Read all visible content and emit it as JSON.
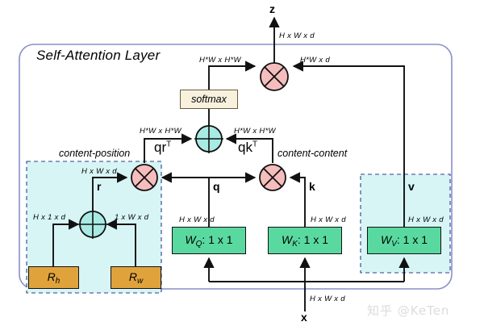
{
  "diagram": {
    "title": "Self-Attention Layer",
    "outputs": {
      "top_symbol": "z",
      "bottom_symbol": "x"
    },
    "regions": [
      {
        "name": "content-position",
        "label": "content-position"
      },
      {
        "name": "content-content",
        "label": "content-content"
      }
    ],
    "nodes": {
      "softmax": {
        "label": "softmax"
      },
      "w_q": {
        "prefix": "W",
        "sub": "Q",
        "suffix": ": 1 x 1",
        "full": "W_Q : 1 x 1"
      },
      "w_k": {
        "prefix": "W",
        "sub": "K",
        "suffix": ": 1 x 1",
        "full": "W_K : 1 x 1"
      },
      "w_v": {
        "prefix": "W",
        "sub": "V",
        "suffix": ": 1 x 1",
        "full": "W_V : 1 x 1"
      },
      "r_h": {
        "prefix": "R",
        "sub": "h",
        "full": "R_h"
      },
      "r_w": {
        "prefix": "R",
        "sub": "w",
        "full": "R_w"
      },
      "mul_top": {
        "op": "x"
      },
      "mul_qr": {
        "op": "x"
      },
      "mul_qk": {
        "op": "x"
      },
      "add_attn": {
        "op": "+"
      },
      "add_rel": {
        "op": "+"
      }
    },
    "signals": {
      "q": "q",
      "k": "k",
      "v": "v",
      "r": "r",
      "qr_t": "qr",
      "qr_t_sup": "T",
      "qk_t": "qk",
      "qk_t_sup": "T"
    },
    "shapes": {
      "z_out": "H x W x d",
      "attn_to_mul": "H*W x H*W",
      "v_to_mul": "H*W x d",
      "qr_shape": "H*W x H*W",
      "qk_shape": "H*W x H*W",
      "r_shape": "H x W x d",
      "rh_shape": "H x 1 x d",
      "rw_shape": "1 x W x d",
      "q_shape": "H x W x d",
      "k_shape": "H x W x d",
      "v_shape": "H x W x d",
      "x_in": "H x W x d"
    },
    "colors": {
      "layer_border": "#8a8fc9",
      "region_fill": "#d8f5f5",
      "region_border": "#2b3f8c",
      "weight_box": "#59d9a0",
      "embed_box": "#e0a33c",
      "softmax_box": "#f7f1de",
      "multiply_node": "#f6bdbd",
      "add_node": "#a8ebe4",
      "line": "#111111"
    },
    "watermark": "知乎 @KeTen"
  }
}
